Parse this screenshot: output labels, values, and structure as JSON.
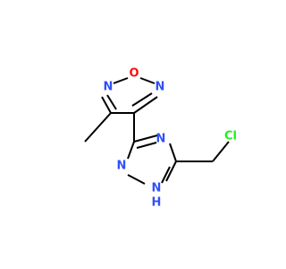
{
  "molecule": {
    "atoms": {
      "oxygen": {
        "symbol": "O",
        "color": "#ff0d0d"
      },
      "oxadiazole_n_left": {
        "symbol": "N",
        "color": "#3050f8"
      },
      "oxadiazole_n_right": {
        "symbol": "N",
        "color": "#3050f8"
      },
      "triazole_n4": {
        "symbol": "N",
        "color": "#3050f8"
      },
      "triazole_n2": {
        "symbol": "N",
        "color": "#3050f8"
      },
      "triazole_n1": {
        "symbol": "N",
        "color": "#3050f8"
      },
      "triazole_nh_h": {
        "symbol": "H",
        "color": "#3050f8"
      },
      "chlorine": {
        "symbol": "Cl",
        "color": "#1ff01f"
      }
    },
    "bond_color": "#000000"
  }
}
